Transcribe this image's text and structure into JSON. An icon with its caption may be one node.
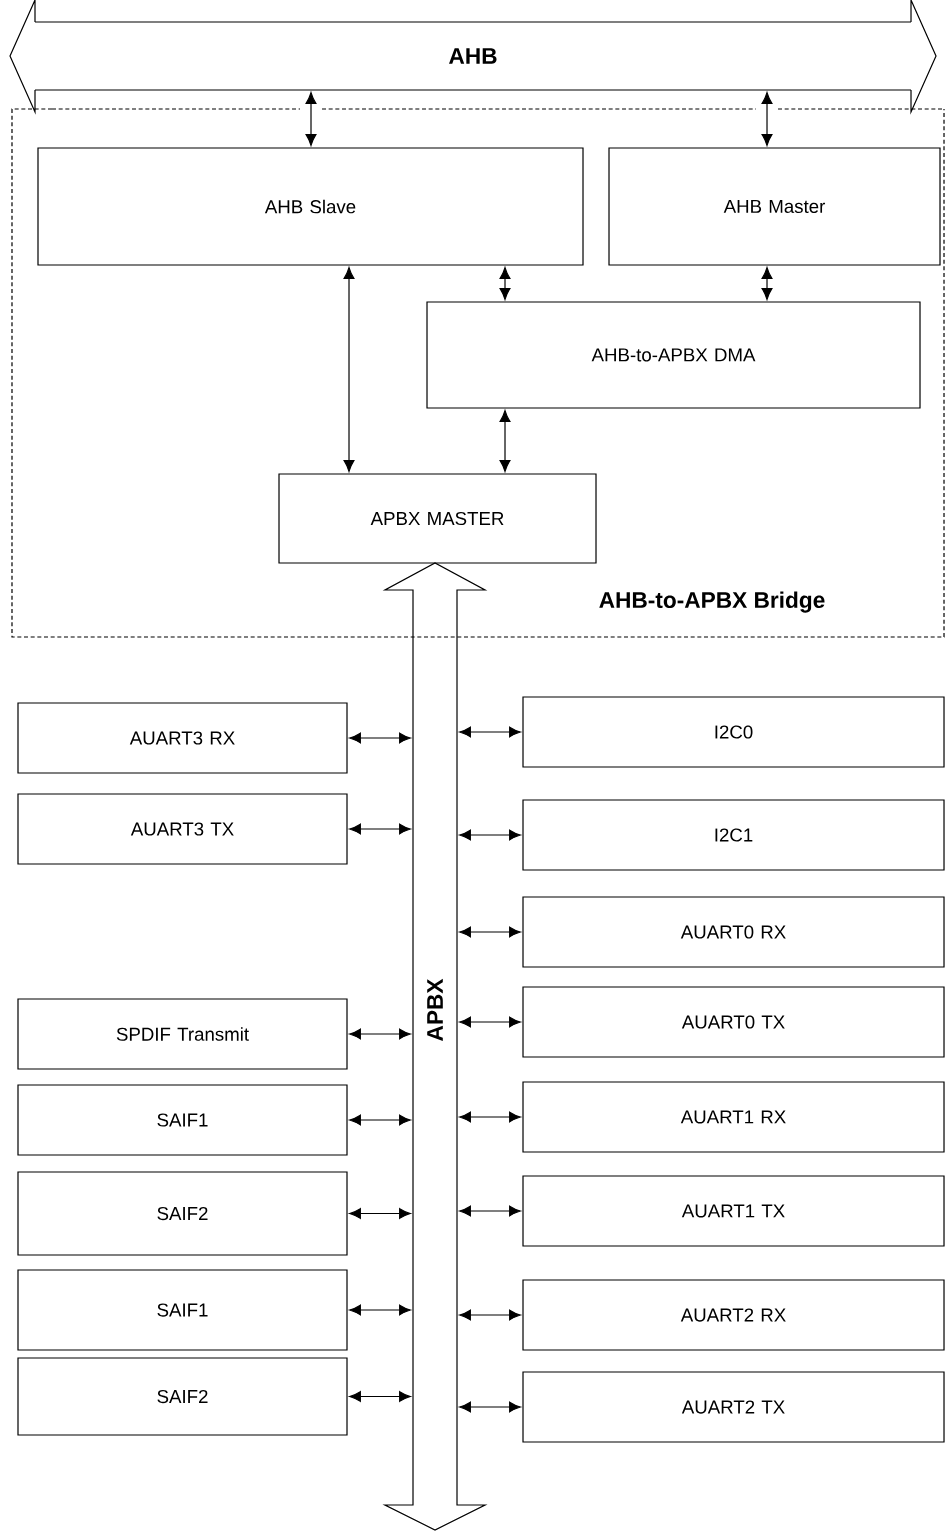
{
  "diagram": {
    "nodes": [
      {
        "text": [
          "AHB"
        ]
      },
      {
        "text": [
          "AHB-to-APBX Bridge"
        ]
      },
      {
        "text": [
          "AHB Slave"
        ],
        "in": 1
      },
      {
        "text": [
          "AHB Master"
        ],
        "in": 1
      },
      {
        "text": [
          "AHB-to-APBX DMA"
        ],
        "in": 1
      },
      {
        "text": [
          "APBX MASTER"
        ],
        "in": 1
      },
      {
        "text": [
          "APBX"
        ]
      },
      {
        "text": [
          "AUART3 RX"
        ]
      },
      {
        "text": [
          "AUART3 TX"
        ]
      },
      {
        "text": [
          "SPDIF Transmit"
        ]
      },
      {
        "text": [
          "SAIF1"
        ]
      },
      {
        "text": [
          "SAIF2"
        ]
      },
      {
        "text": [
          "SAIF1"
        ]
      },
      {
        "text": [
          "SAIF2"
        ]
      },
      {
        "text": [
          "I2C0"
        ]
      },
      {
        "text": [
          "I2C1"
        ]
      },
      {
        "text": [
          "AUART0 RX"
        ]
      },
      {
        "text": [
          "AUART0 TX"
        ]
      },
      {
        "text": [
          "AUART1 RX"
        ]
      },
      {
        "text": [
          "AUART1 TX"
        ]
      },
      {
        "text": [
          "AUART2 RX"
        ]
      },
      {
        "text": [
          "AUART2 TX"
        ]
      }
    ],
    "edges": [
      {
        "from": 0,
        "to": 2,
        "arrow": "both"
      },
      {
        "from": 0,
        "to": 3,
        "arrow": "both"
      },
      {
        "from": 2,
        "to": 5,
        "arrow": "both"
      },
      {
        "from": 2,
        "to": 4,
        "arrow": "both"
      },
      {
        "from": 3,
        "to": 4,
        "arrow": "both"
      },
      {
        "from": 4,
        "to": 5,
        "arrow": "both"
      },
      {
        "from": 7,
        "to": 6,
        "arrow": "both"
      },
      {
        "from": 8,
        "to": 6,
        "arrow": "both"
      },
      {
        "from": 9,
        "to": 6,
        "arrow": "both"
      },
      {
        "from": 10,
        "to": 6,
        "arrow": "both"
      },
      {
        "from": 11,
        "to": 6,
        "arrow": "both"
      },
      {
        "from": 12,
        "to": 6,
        "arrow": "both"
      },
      {
        "from": 13,
        "to": 6,
        "arrow": "both"
      },
      {
        "from": 14,
        "to": 6,
        "arrow": "both"
      },
      {
        "from": 15,
        "to": 6,
        "arrow": "both"
      },
      {
        "from": 16,
        "to": 6,
        "arrow": "both"
      },
      {
        "from": 17,
        "to": 6,
        "arrow": "both"
      },
      {
        "from": 18,
        "to": 6,
        "arrow": "both"
      },
      {
        "from": 19,
        "to": 6,
        "arrow": "both"
      },
      {
        "from": 20,
        "to": 6,
        "arrow": "both"
      },
      {
        "from": 21,
        "to": 6,
        "arrow": "both"
      }
    ]
  }
}
